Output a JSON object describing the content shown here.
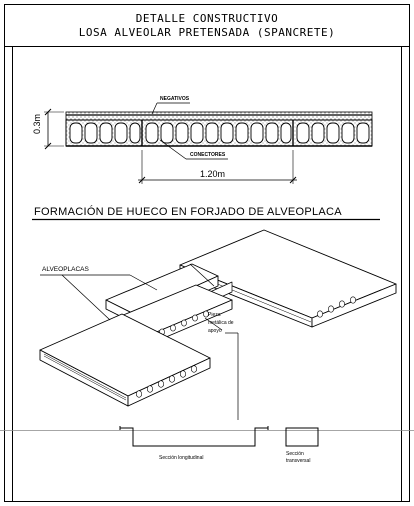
{
  "title": {
    "line1": "DETALLE CONSTRUCTIVO",
    "line2": "LOSA ALVEOLAR PRETENSADA (SPANCRETE)"
  },
  "section_detail": {
    "label_top": "NEGATIVOS",
    "label_bottom": "CONECTORES",
    "height_dim": "0.3m",
    "width_dim": "1.20m"
  },
  "iso_detail": {
    "heading": "FORMACIÓN DE HUECO EN FORJADO DE ALVEOPLACA",
    "slab_label": "ALVEOPLACAS",
    "piece_label": [
      "Pieza",
      "metálica de",
      "apoyo"
    ],
    "longitudinal_label": "Sección longitudinal",
    "transversal_label": [
      "Sección",
      "transversal"
    ]
  }
}
